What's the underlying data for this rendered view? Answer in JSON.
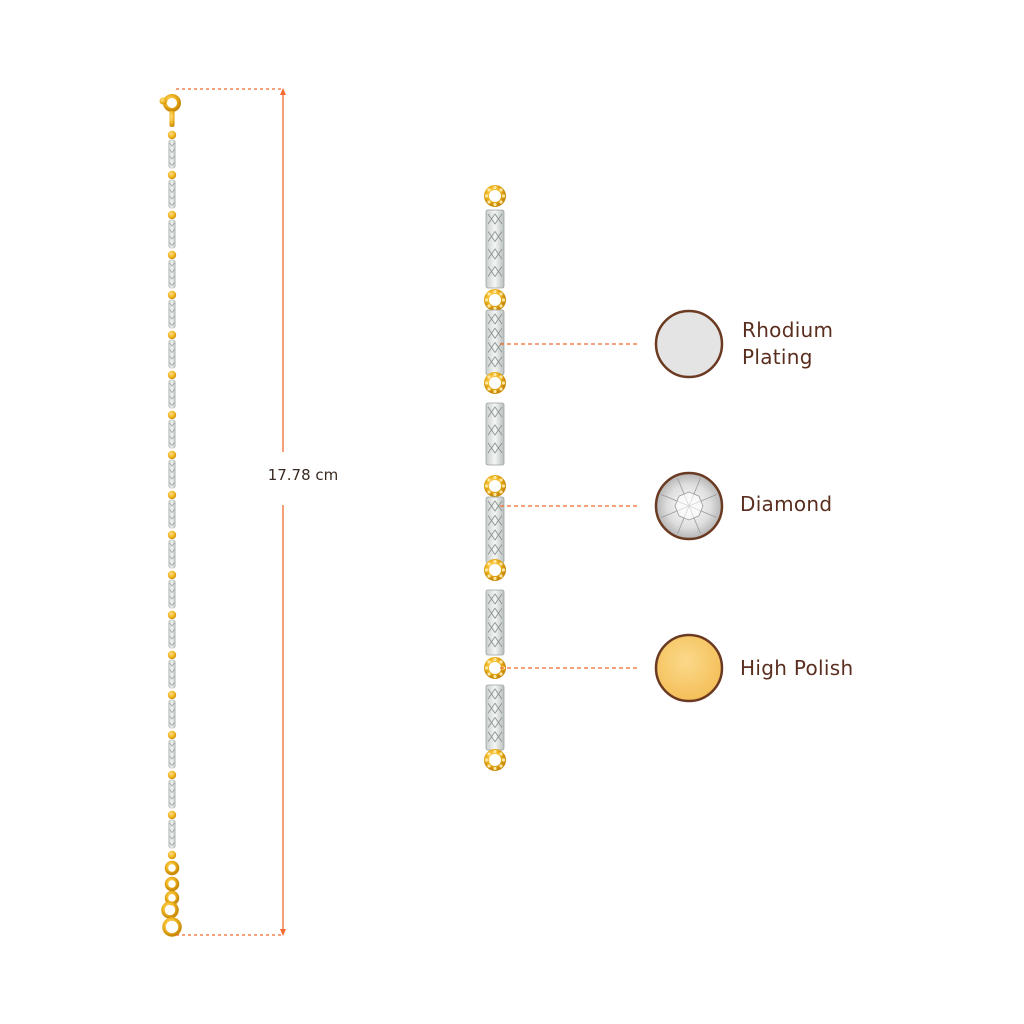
{
  "measurement": {
    "length_label": "17.78 cm"
  },
  "features": [
    {
      "name": "rhodium",
      "label_line1": "Rhodium",
      "label_line2": "Plating",
      "swatch_color": "#e4e4e4",
      "icon": "rhodium-swatch-icon"
    },
    {
      "name": "diamond",
      "label_line1": "Diamond",
      "swatch_color": "#f2f2f2",
      "icon": "diamond-swatch-icon"
    },
    {
      "name": "polish",
      "label_line1": "High Polish",
      "swatch_color": "#f7c865",
      "icon": "gold-swatch-icon"
    }
  ],
  "colors": {
    "gold": "#f2b824",
    "gold_dark": "#c98a08",
    "silver": "#e3e7e6",
    "leader": "#f26a2e",
    "swatch_border": "#6b3a22",
    "text": "#5a2e1e"
  }
}
